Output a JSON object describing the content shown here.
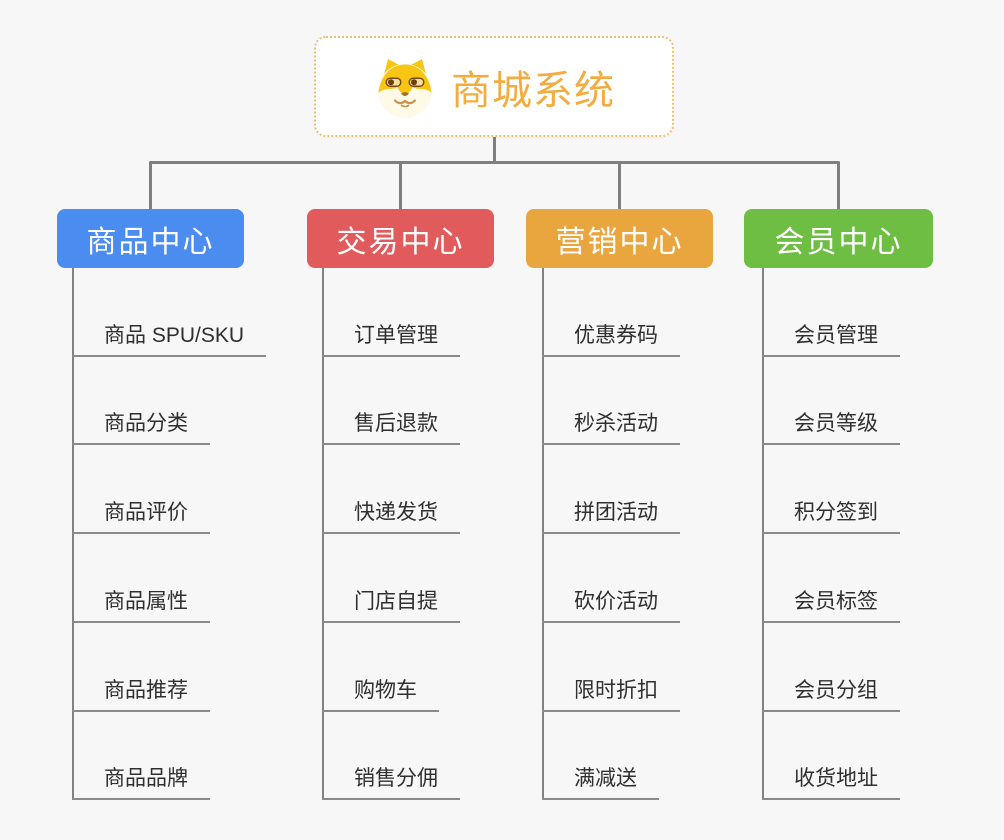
{
  "root": {
    "label": "商城系统",
    "icon": "dog-icon"
  },
  "colors": {
    "background": "#F7F7F7",
    "root_text": "#F2AC40",
    "root_border": "#F0BE6E",
    "connector": "#7F7F7F",
    "underline": "#8A8A8A",
    "item_text": "#2F2F2F",
    "branch_text": "#FFFFFF"
  },
  "branches": [
    {
      "label": "商品中心",
      "color": "#4A8CF0",
      "items": [
        "商品 SPU/SKU",
        "商品分类",
        "商品评价",
        "商品属性",
        "商品推荐",
        "商品品牌"
      ]
    },
    {
      "label": "交易中心",
      "color": "#E25B5C",
      "items": [
        "订单管理",
        "售后退款",
        "快递发货",
        "门店自提",
        "购物车",
        "销售分佣"
      ]
    },
    {
      "label": "营销中心",
      "color": "#E9A63E",
      "items": [
        "优惠券码",
        "秒杀活动",
        "拼团活动",
        "砍价活动",
        "限时折扣",
        "满减送"
      ]
    },
    {
      "label": "会员中心",
      "color": "#6FBE44",
      "items": [
        "会员管理",
        "会员等级",
        "积分签到",
        "会员标签",
        "会员分组",
        "收货地址"
      ]
    }
  ]
}
